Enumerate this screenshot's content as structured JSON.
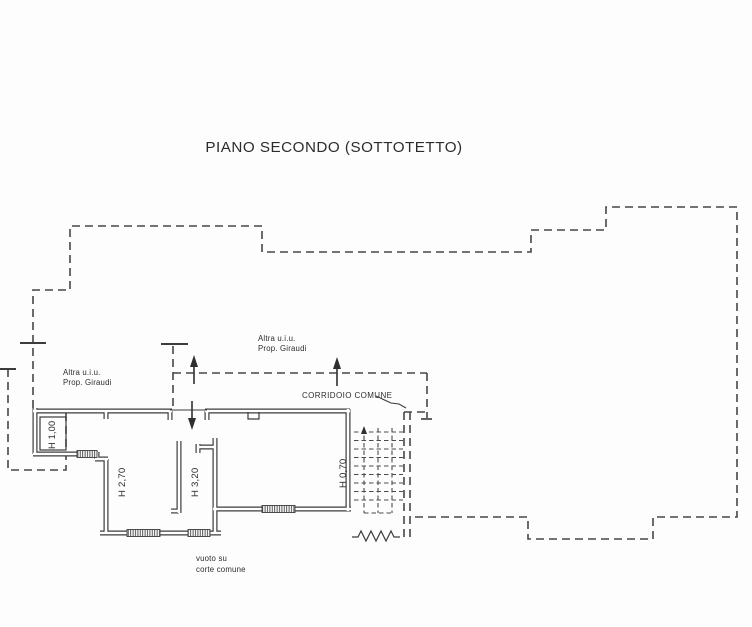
{
  "title": "PIANO SECONDO (SOTTOTETTO)",
  "annotations": {
    "neighbor_left": {
      "line1": "Altra u.i.u.",
      "line2": "Prop. Giraudi"
    },
    "neighbor_center": {
      "line1": "Altra u.i.u.",
      "line2": "Prop. Giraudi"
    },
    "corridor": "CORRIDOIO COMUNE",
    "void_area": {
      "line1": "vuoto su",
      "line2": "corte comune"
    }
  },
  "room_heights": {
    "closet_west": "H 1,00",
    "room_west": "H 2,70",
    "room_center": "H 3,20",
    "room_east": "H 0,70"
  },
  "colors": {
    "background": "#fdfdfd",
    "wall_line": "#3c3c3c",
    "dashed_line": "#474747",
    "text": "#2c2c2c"
  }
}
